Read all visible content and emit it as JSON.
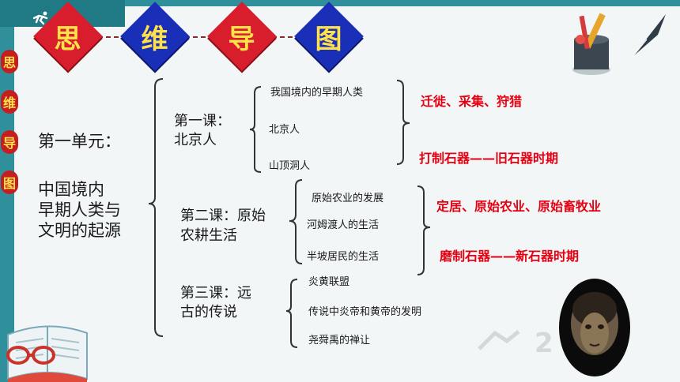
{
  "header": {
    "tiles": [
      {
        "label": "思",
        "color": "#d81d2c"
      },
      {
        "label": "维",
        "color": "#1a2fb8"
      },
      {
        "label": "导",
        "color": "#d81d2c"
      },
      {
        "label": "图",
        "color": "#1a2fb8"
      }
    ]
  },
  "side_tags": [
    "思",
    "维",
    "导",
    "图"
  ],
  "unit": {
    "line1": "第一单元：",
    "title_lines": [
      "中国境内",
      "早期人类与",
      "文明的起源"
    ]
  },
  "lessons": [
    {
      "title_lines": [
        "第一课：",
        "北京人"
      ],
      "items": [
        "我国境内的早期人类",
        "北京人",
        "山顶洞人"
      ]
    },
    {
      "title_lines": [
        "第二课：原始",
        "农耕生活"
      ],
      "items": [
        "原始农业的发展",
        "河姆渡人的生活",
        "半坡居民的生活"
      ]
    },
    {
      "title_lines": [
        "第三课：远",
        "古的传说"
      ],
      "items": [
        "炎黄联盟",
        "传说中炎帝和黄帝的发明",
        "尧舜禹的禅让"
      ]
    }
  ],
  "summaries": [
    "迁徙、采集、狩猎",
    "打制石器——旧石器时期",
    "定居、原始农业、原始畜牧业",
    "磨制石器——新石器时期"
  ],
  "colors": {
    "accent_red": "#e60012",
    "tile_red": "#d81d2c",
    "tile_blue": "#1a2fb8",
    "teal": "#2f8f9a"
  },
  "icons": [
    "runner-logo-icon",
    "pencil-cup-icon",
    "quill-icon",
    "open-book-icon",
    "glasses-icon",
    "early-human-portrait",
    "watermark-logo"
  ]
}
